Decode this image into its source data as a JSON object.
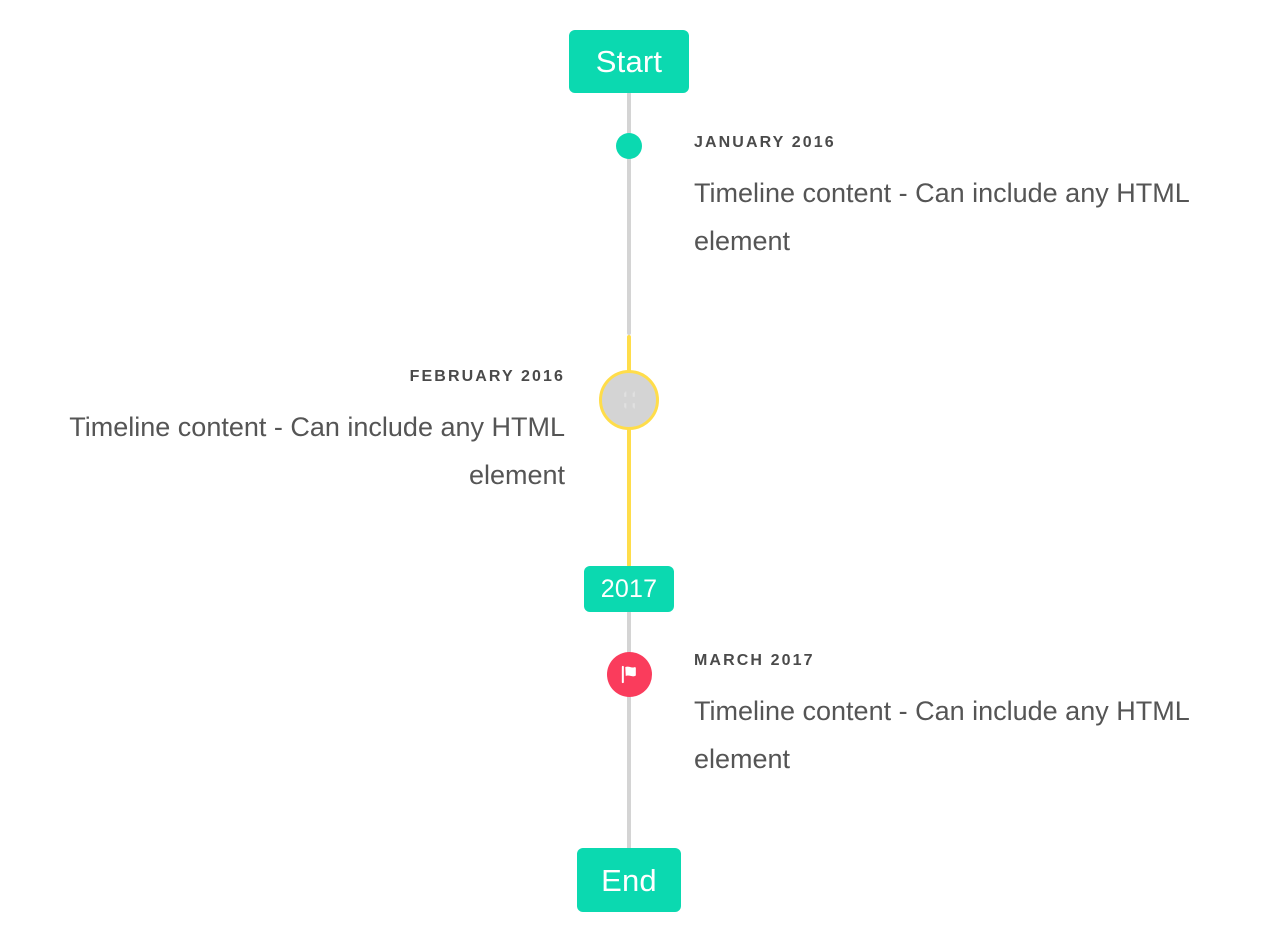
{
  "theme": {
    "accent_teal": "#0bd9b0",
    "accent_yellow": "#ffdd4a",
    "accent_pink": "#fa3c5c",
    "rail_grey": "#d4d4d4",
    "marker_grey": "#d4d4d4",
    "text_dark": "#4a4a4a",
    "text_body": "#555555",
    "background": "#ffffff"
  },
  "caps": {
    "start_label": "Start",
    "year_label": "2017",
    "end_label": "End"
  },
  "entries": [
    {
      "label": "JANUARY 2016",
      "body": "Timeline content - Can include any HTML element",
      "side": "right",
      "marker_icon": "dot-icon",
      "marker_color": "#0bd9b0"
    },
    {
      "label": "FEBRUARY 2016",
      "body": "Timeline content - Can include any HTML element",
      "side": "left",
      "marker_icon": "broken-image-icon",
      "marker_color": "#d4d4d4",
      "marker_ring_color": "#ffdd4a"
    },
    {
      "label": "MARCH 2017",
      "body": "Timeline content - Can include any HTML element",
      "side": "right",
      "marker_icon": "flag-icon",
      "marker_color": "#fa3c5c"
    }
  ]
}
